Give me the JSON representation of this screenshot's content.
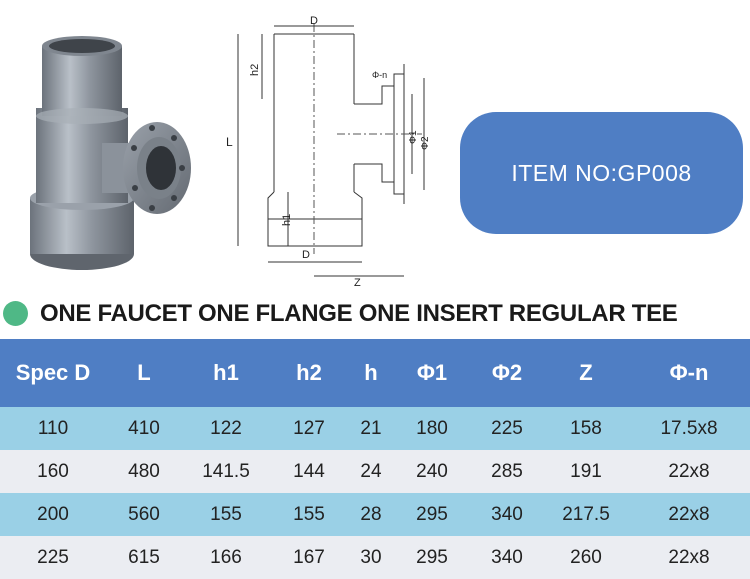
{
  "drawing": {
    "label_d_top": "D",
    "label_h2": "h2",
    "label_l": "L",
    "label_h1": "h1",
    "label_d_bottom": "D",
    "label_z": "Z",
    "label_phi1": "Φ1",
    "label_phi2": "Φ2",
    "label_phin": "Φ-n"
  },
  "item": {
    "text": "ITEM NO:GP008"
  },
  "title": {
    "text": "ONE FAUCET ONE FLANGE ONE INSERT REGULAR TEE"
  },
  "table": {
    "headers": [
      "Spec D",
      "L",
      "h1",
      "h2",
      "h",
      "Φ1",
      "Φ2",
      "Z",
      "Φ-n"
    ],
    "rows": [
      [
        "110",
        "410",
        "122",
        "127",
        "21",
        "180",
        "225",
        "158",
        "17.5x8"
      ],
      [
        "160",
        "480",
        "141.5",
        "144",
        "24",
        "240",
        "285",
        "191",
        "22x8"
      ],
      [
        "200",
        "560",
        "155",
        "155",
        "28",
        "295",
        "340",
        "217.5",
        "22x8"
      ],
      [
        "225",
        "615",
        "166",
        "167",
        "30",
        "295",
        "340",
        "260",
        "22x8"
      ]
    ]
  },
  "colors": {
    "accent_blue": "#4f7ec4",
    "row_light_blue": "#9ad0e6",
    "row_light_gray": "#ebedf2",
    "title_dot_green": "#4fb886"
  }
}
